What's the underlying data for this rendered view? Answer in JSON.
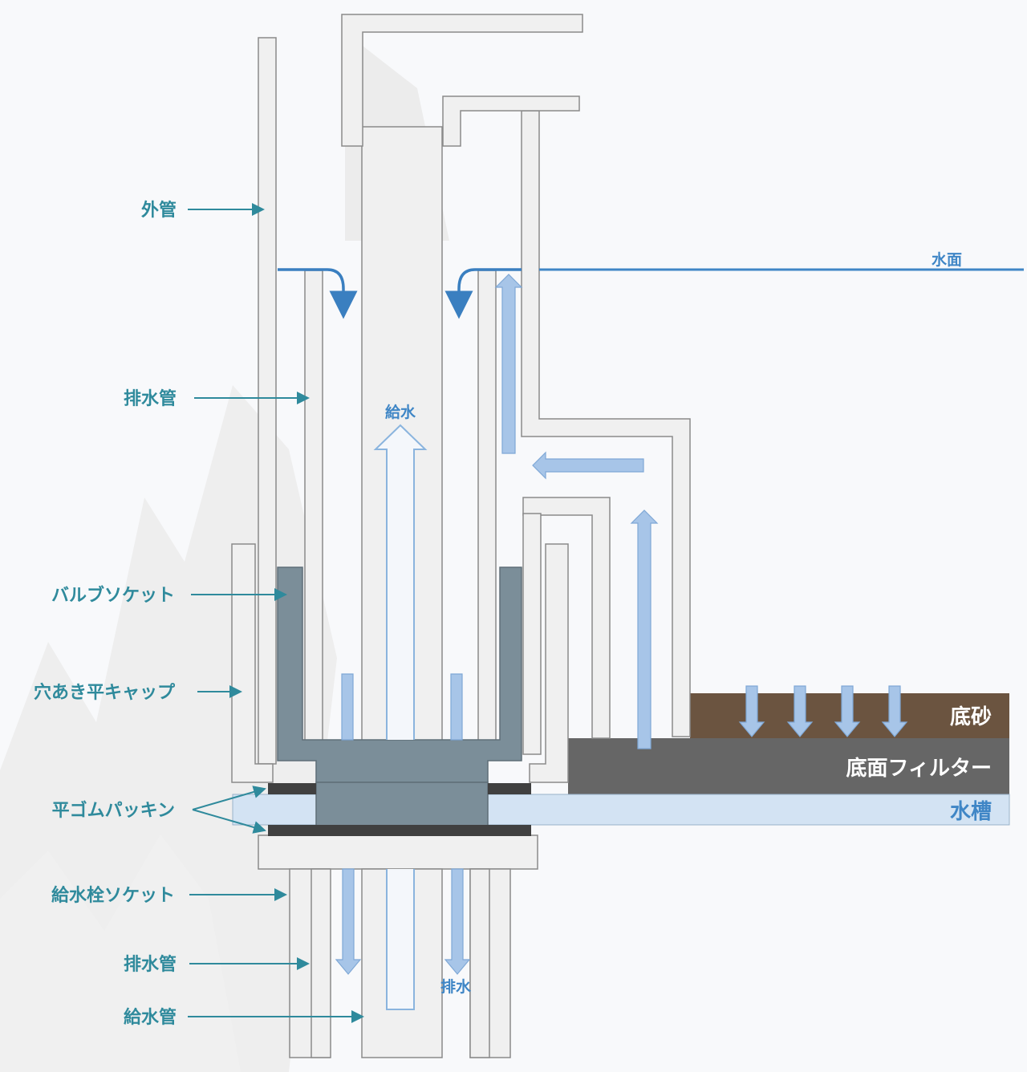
{
  "labels": {
    "outer_pipe": "外管",
    "drain_pipe_upper": "排水管",
    "valve_socket": "バルブソケット",
    "perforated_cap": "穴あき平キャップ",
    "rubber_packing": "平ゴムパッキン",
    "supply_socket": "給水栓ソケット",
    "drain_pipe_lower": "排水管",
    "supply_pipe": "給水管"
  },
  "flow_labels": {
    "water_surface": "水面",
    "supply": "給水",
    "drain": "排水"
  },
  "layers": {
    "gravel": "底砂",
    "bottom_filter": "底面フィルター",
    "tank": "水槽"
  },
  "colors": {
    "label": "#2f8a9c",
    "water": "#3f86c6",
    "flow_arrow": "#a7c5e8",
    "gravel": "#6b5440",
    "filter": "#666666",
    "tank": "#d3e3f3",
    "socket": "#7b8e99",
    "packing": "#404040",
    "pipe": "#f0f0f0"
  }
}
